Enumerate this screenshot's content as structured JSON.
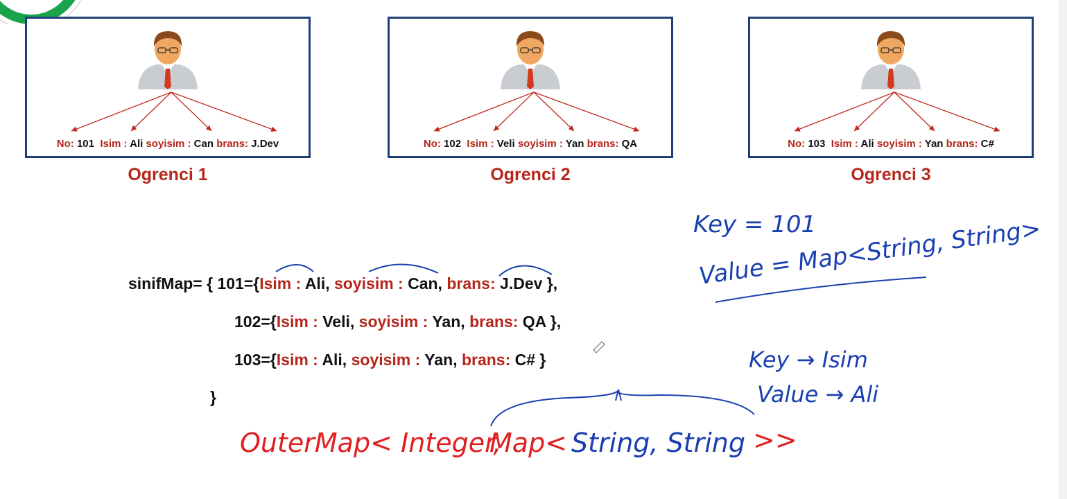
{
  "cards": [
    {
      "no_label": "No:",
      "no_value": "101",
      "isim_label": "Isim :",
      "isim_value": "Ali",
      "soyisim_label": "soyisim :",
      "soyisim_value": "Can",
      "brans_label": "brans:",
      "brans_value": "J.Dev",
      "caption": "Ogrenci 1"
    },
    {
      "no_label": "No:",
      "no_value": "102",
      "isim_label": "Isim :",
      "isim_value": "Veli",
      "soyisim_label": "soyisim :",
      "soyisim_value": "Yan",
      "brans_label": "brans:",
      "brans_value": "QA",
      "caption": "Ogrenci 2"
    },
    {
      "no_label": "No:",
      "no_value": "103",
      "isim_label": "Isim :",
      "isim_value": "Ali",
      "soyisim_label": "soyisim :",
      "soyisim_value": "Yan",
      "brans_label": "brans:",
      "brans_value": "C#",
      "caption": "Ogrenci 3"
    }
  ],
  "code": {
    "line1_prefix": "sinifMap= { 101={",
    "line1_isim": "Isim :",
    "line1_isim_val": " Ali, ",
    "line1_soyisim": "soyisim :",
    "line1_soyisim_val": " Can, ",
    "line1_brans": "brans:",
    "line1_brans_val": " J.Dev },",
    "line2_prefix": "102={",
    "line2_isim": "Isim :",
    "line2_isim_val": " Veli, ",
    "line2_soyisim": "soyisim :",
    "line2_soyisim_val": " Yan, ",
    "line2_brans": "brans:",
    "line2_brans_val": " QA },",
    "line3_prefix": "103={",
    "line3_isim": "Isim :",
    "line3_isim_val": " Ali, ",
    "line3_soyisim": "soyisim :",
    "line3_soyisim_val": " Yan, ",
    "line3_brans": "brans:",
    "line3_brans_val": " C# }",
    "closing": "}"
  },
  "handwriting": {
    "key1": "Key = 101",
    "value1": "Value = Map<String, String>",
    "key2": "Key → Isim",
    "value2": "Value → Ali",
    "outer_red": "OuterMap< Integer,",
    "outer_red2": "Map<",
    "outer_blue": "String, String",
    "outer_end": ">>"
  },
  "colors": {
    "accent_red": "#b5261b",
    "border_blue": "#1f3e78",
    "ink_blue": "#1a3fb0",
    "ink_red": "#e02020",
    "logo_green": "#1aa34a"
  }
}
